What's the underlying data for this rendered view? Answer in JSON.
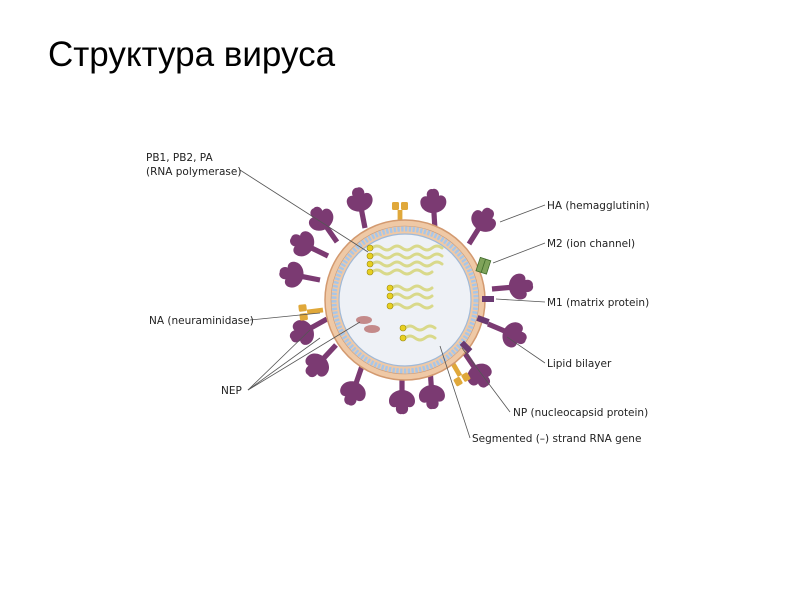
{
  "slide": {
    "title": "Структура вируса"
  },
  "diagram": {
    "labels": {
      "pb1": "PB1, PB2, PA",
      "polymerase": "(RNA polymerase)",
      "na": "NA (neuraminidase)",
      "nep": "NEP",
      "ha": "HA (hemagglutinin)",
      "m2": "M2 (ion channel)",
      "m1": "M1 (matrix protein)",
      "lipid": "Lipid bilayer",
      "np": "NP (nucleocapsid protein)",
      "rna": "Segmented (–) strand RNA gene"
    },
    "colors": {
      "hemagglutinin": "#7b3a72",
      "neuraminidase": "#e0a83a",
      "m2": "#7fa35a",
      "envelope": "#efc9a6",
      "envelope_edge": "#d39a70",
      "lipid_head": "#a8c6e8",
      "core": "#eef1f6",
      "rna": "#d9d98a",
      "nep": "#c48a8a",
      "leader": "#555555"
    }
  }
}
